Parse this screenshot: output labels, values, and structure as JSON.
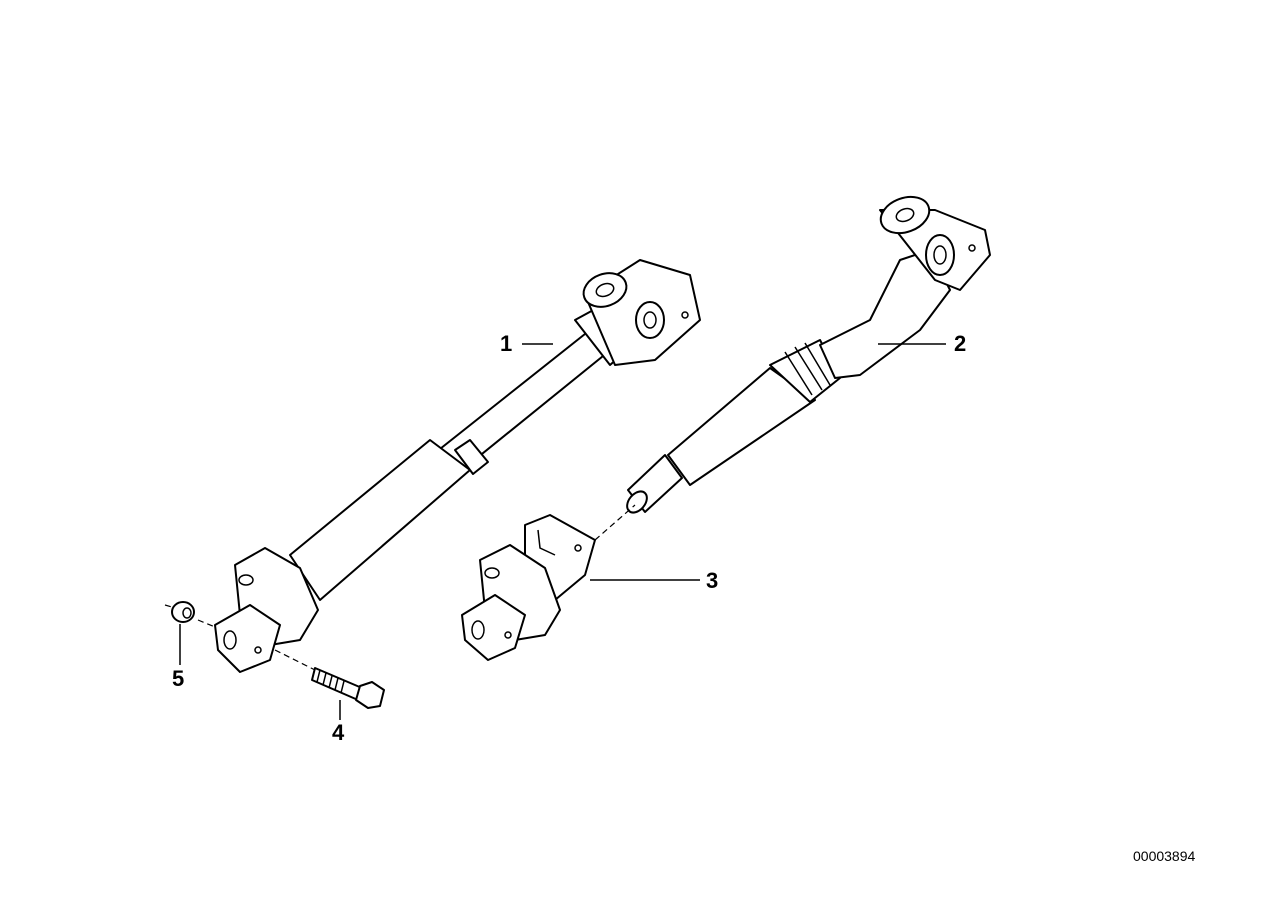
{
  "callouts": [
    {
      "number": "1",
      "part": "shaft-1"
    },
    {
      "number": "2",
      "part": "shaft-2"
    },
    {
      "number": "3",
      "part": "joint-3"
    },
    {
      "number": "4",
      "part": "bolt-4"
    },
    {
      "number": "5",
      "part": "nut-5"
    }
  ],
  "drawing_ref": "00003894"
}
